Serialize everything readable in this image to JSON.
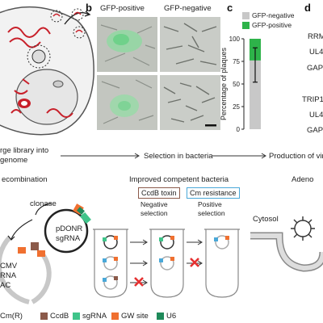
{
  "panels": {
    "b": {
      "letter": "b",
      "col1_title": "GFP-positive",
      "col2_title": "GFP-negative"
    },
    "c": {
      "letter": "c",
      "legend": [
        {
          "label": "GFP-negative",
          "color": "#c8c8c8"
        },
        {
          "label": "GFP-positive",
          "color": "#2eb34a"
        }
      ]
    },
    "d": {
      "letter": "d",
      "labels_top": [
        "RRM",
        "UL4",
        "GAPD"
      ],
      "labels_bottom": [
        "TRIP1",
        "UL4",
        "GAPD"
      ]
    }
  },
  "flow": {
    "left_line1": "rge library into",
    "left_line2": "genome",
    "middle": "Selection in bacteria",
    "right": "Production of vir"
  },
  "bottom_left": {
    "title": "ecombination",
    "clonase": "clonase",
    "plasmid_line1": "pDONR",
    "plasmid_line2": "sgRNA",
    "left_lines": [
      "CMV",
      "RNA",
      "AC"
    ]
  },
  "bottom_middle": {
    "title": "Improved competent bacteria",
    "toxin_box": "CcdB toxin",
    "resistance_box": "Cm resistance",
    "negative_line1": "Negative",
    "negative_line2": "selection",
    "positive_line1": "Positive",
    "positive_line2": "selection"
  },
  "bottom_right": {
    "title": "Adeno",
    "cytosol": "Cytosol"
  },
  "bottom_legend": [
    {
      "label": "Cm(R)",
      "color": ""
    },
    {
      "label": "CcdB",
      "color": "#8b5a4a"
    },
    {
      "label": "sgRNA",
      "color": "#3fc48a"
    },
    {
      "label": "GW site",
      "color": "#f07030"
    },
    {
      "label": "U6",
      "color": "#1f8a5a"
    }
  ],
  "chart_data": {
    "type": "bar",
    "categories": [
      ""
    ],
    "series": [
      {
        "name": "GFP-negative",
        "values": [
          76
        ]
      },
      {
        "name": "GFP-positive",
        "values": [
          24
        ]
      }
    ],
    "error_bar": {
      "series": "GFP-negative",
      "lower": 52,
      "upper": 90
    },
    "ylabel": "Percentage of plaques",
    "yticks": [
      0,
      25,
      50,
      75,
      100
    ],
    "ylim": [
      0,
      100
    ],
    "stacked": true
  }
}
